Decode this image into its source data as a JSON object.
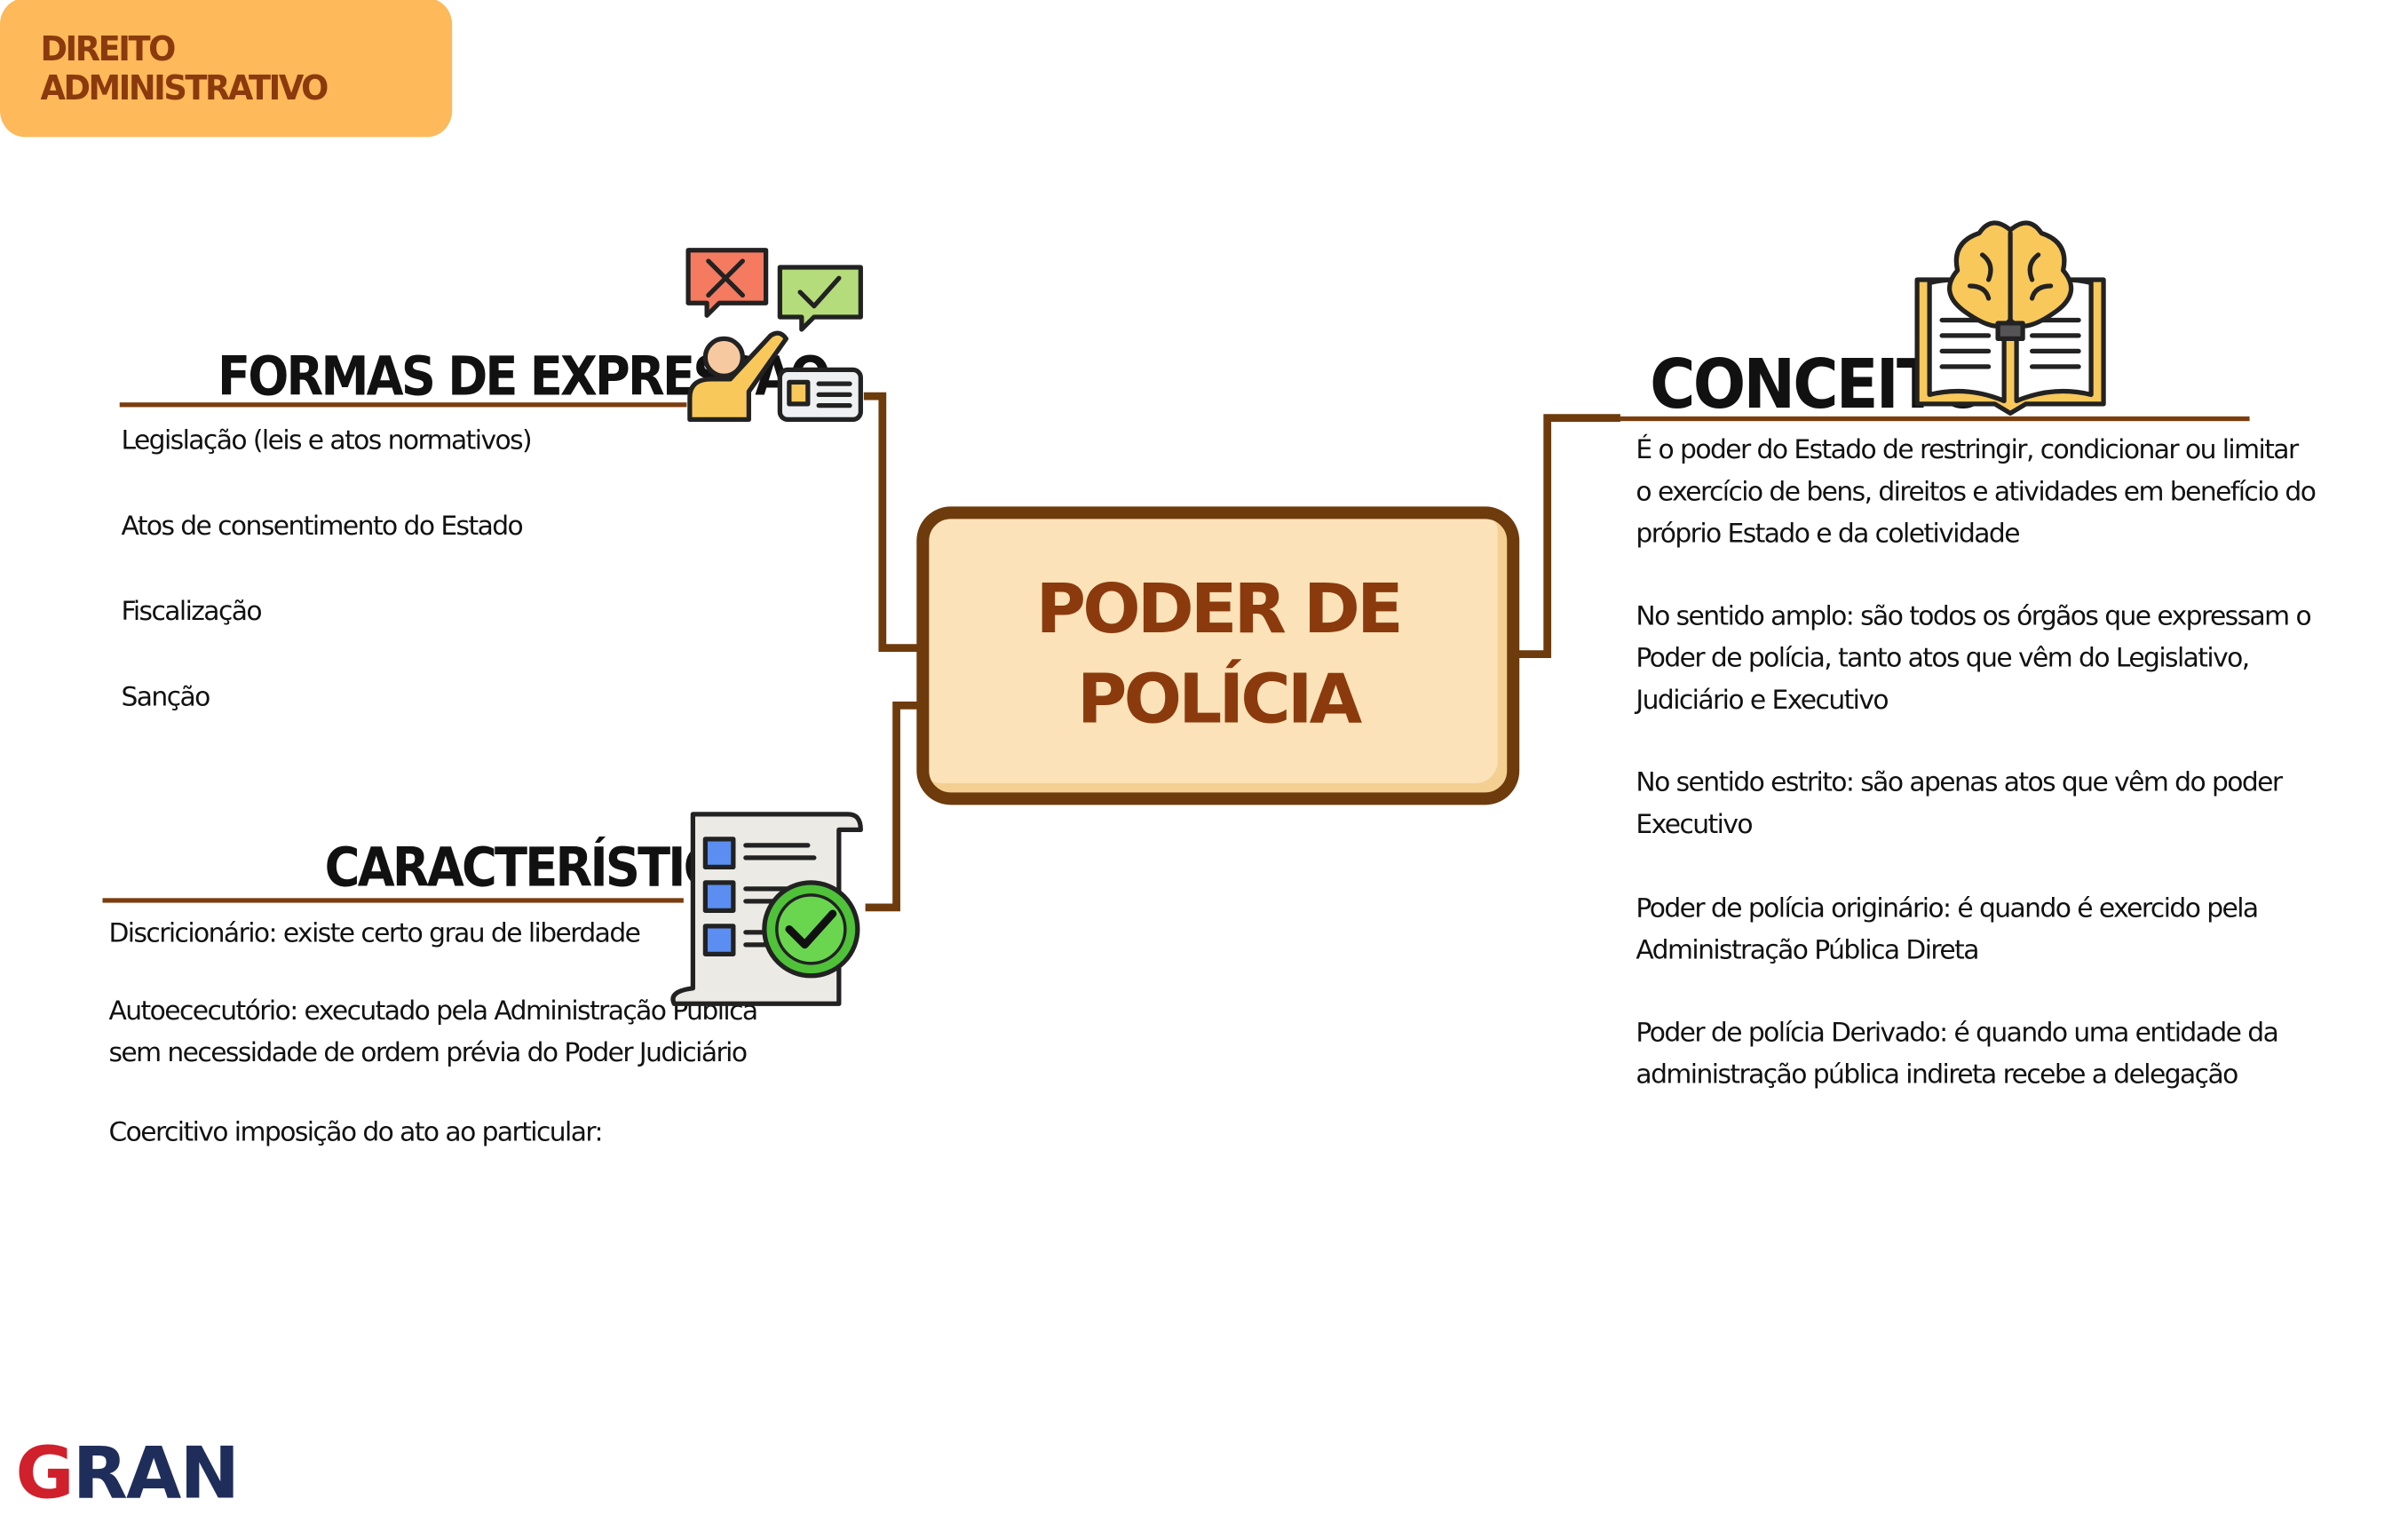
{
  "header_tag": "DIREITO ADMINISTRATIVO",
  "center": {
    "line1": "PODER DE",
    "line2": "POLÍCIA"
  },
  "formas": {
    "title": "FORMAS DE EXPRESSÃO",
    "items": [
      "Legislação (leis e atos normativos)",
      "Atos de consentimento do Estado",
      "Fiscalização",
      "Sanção"
    ]
  },
  "caracteristicas": {
    "title": "CARACTERÍSTICAS",
    "lines": [
      "Discricionário: existe certo grau de liberdade",
      "Autoececutório: executado pela Administração Pública",
      "sem necessidade de ordem prévia do Poder Judiciário",
      "Coercitivo imposição do ato ao particular:"
    ]
  },
  "conceito": {
    "title": "CONCEITO",
    "lines": [
      "É o poder do Estado de restringir, condicionar ou limitar",
      "o exercício de bens, direitos e atividades em benefício do",
      "próprio Estado e da coletividade",
      "No sentido amplo: são todos os órgãos que expressam o",
      "Poder de polícia, tanto atos que vêm do Legislativo,",
      "Judiciário e Executivo",
      "No sentido estrito: são apenas atos que vêm do poder",
      "Executivo",
      "Poder de polícia originário: é quando é exercido pela",
      "Administração Pública Direta",
      "Poder de polícia Derivado: é quando uma entidade da",
      "administração pública indireta recebe a delegação"
    ]
  },
  "logo": {
    "first": "G",
    "rest": "RAN"
  },
  "icons": {
    "formas": "person-voting-icon",
    "caracteristicas": "checklist-document-icon",
    "conceito": "brain-book-icon"
  },
  "colors": {
    "brown": "#6e3b0c",
    "tag": "#fdb95a",
    "center_fill": "#fbe2b8",
    "logo_red": "#d0202b",
    "logo_navy": "#1f2d5a"
  }
}
